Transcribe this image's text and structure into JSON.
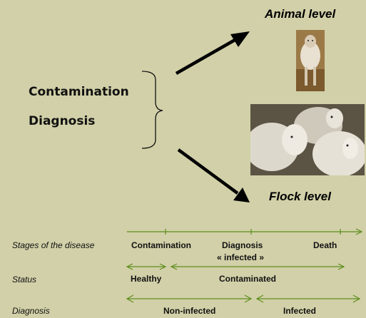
{
  "diagram": {
    "animal_level_label": "Animal level",
    "flock_level_label": "Flock level",
    "center_terms": [
      "Contamination",
      "Diagnosis"
    ]
  },
  "timeline": {
    "rows": [
      {
        "label": "Stages of the disease",
        "items": [
          "Contamination",
          "Diagnosis",
          "« infected »",
          "Death"
        ]
      },
      {
        "label": "Status",
        "items": [
          "Healthy",
          "Contaminated"
        ]
      },
      {
        "label": "Diagnosis",
        "items": [
          "Non-infected",
          "Infected"
        ]
      }
    ]
  },
  "colors": {
    "background": "#d1d0a8",
    "timeline_line": "#5e8d1c",
    "arrow": "#000000"
  }
}
